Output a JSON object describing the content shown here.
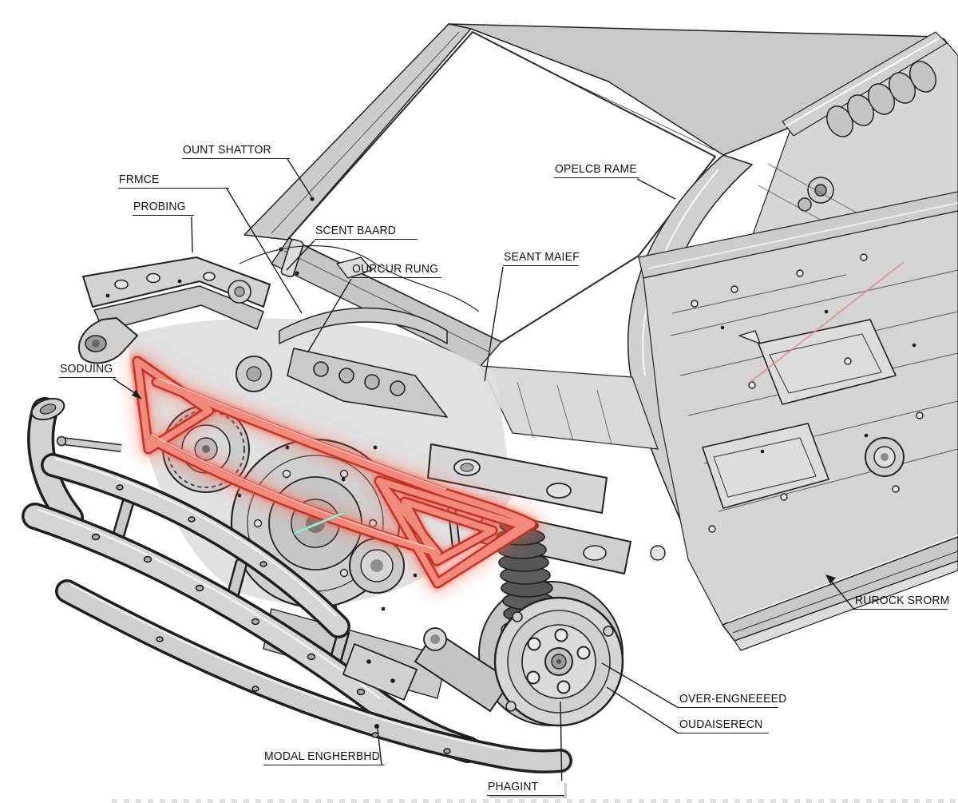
{
  "figure": {
    "type": "technical-cutaway-line-drawing",
    "subject": "vehicle body-in-white and front chassis cutaway with red-highlighted engine cradle subframe",
    "background": "#ffffff"
  },
  "colors": {
    "line": "#1f1f1f",
    "body_gray": "#d4d4d4",
    "roof_gray": "#c9c9c9",
    "highlight_red_core": "#c23425",
    "highlight_red_body": "#f08a7c",
    "highlight_red_glow": "#ff6a55",
    "accent_teal": "#78d6c0",
    "faint_red_line": "#dd8f88",
    "label_text": "#111111"
  },
  "labels": [
    {
      "id": "ount-shattor",
      "text": "OUNT SHATTOR"
    },
    {
      "id": "frmce",
      "text": "FRMCE"
    },
    {
      "id": "probing",
      "text": "PROBING"
    },
    {
      "id": "scent-baard",
      "text": "SCENT BAARD"
    },
    {
      "id": "ourcur-rung",
      "text": "OURCUR RUNG"
    },
    {
      "id": "seant-maef",
      "text": "SEANT MAIEF"
    },
    {
      "id": "opelcb-rame",
      "text": "OPELCB RAME"
    },
    {
      "id": "soduing",
      "text": "SODUING"
    },
    {
      "id": "rurock-srorm",
      "text": "RUROCK SRORM"
    },
    {
      "id": "over-engneeeed",
      "text": "OVER-ENGNEEEED"
    },
    {
      "id": "oudaiserecn",
      "text": "OUDAISERECN"
    },
    {
      "id": "modal-engherbhd",
      "text": "MODAL ENGHERBHD"
    },
    {
      "id": "phagint",
      "text": "PHAGINT"
    }
  ]
}
